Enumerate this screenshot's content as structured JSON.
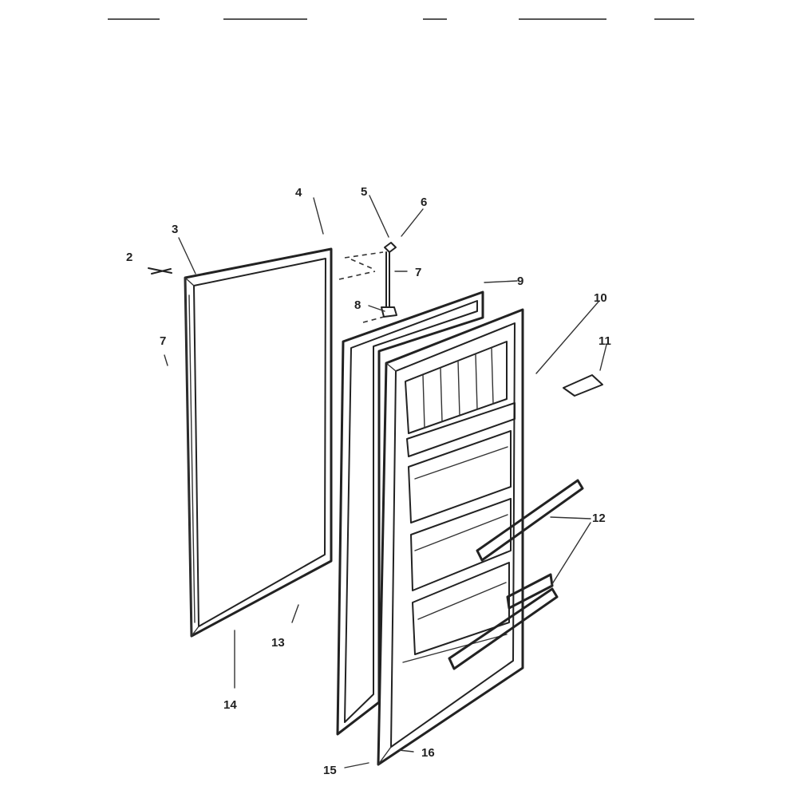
{
  "diagram": {
    "labels": {
      "l2": "2",
      "l3": "3",
      "l4": "4",
      "l5": "5",
      "l6": "6",
      "l7a": "7",
      "l7b": "7",
      "l8": "8",
      "l9": "9",
      "l10": "10",
      "l11": "11",
      "l12": "12",
      "l13": "13",
      "l14": "14",
      "l15": "15",
      "l16": "16"
    }
  }
}
